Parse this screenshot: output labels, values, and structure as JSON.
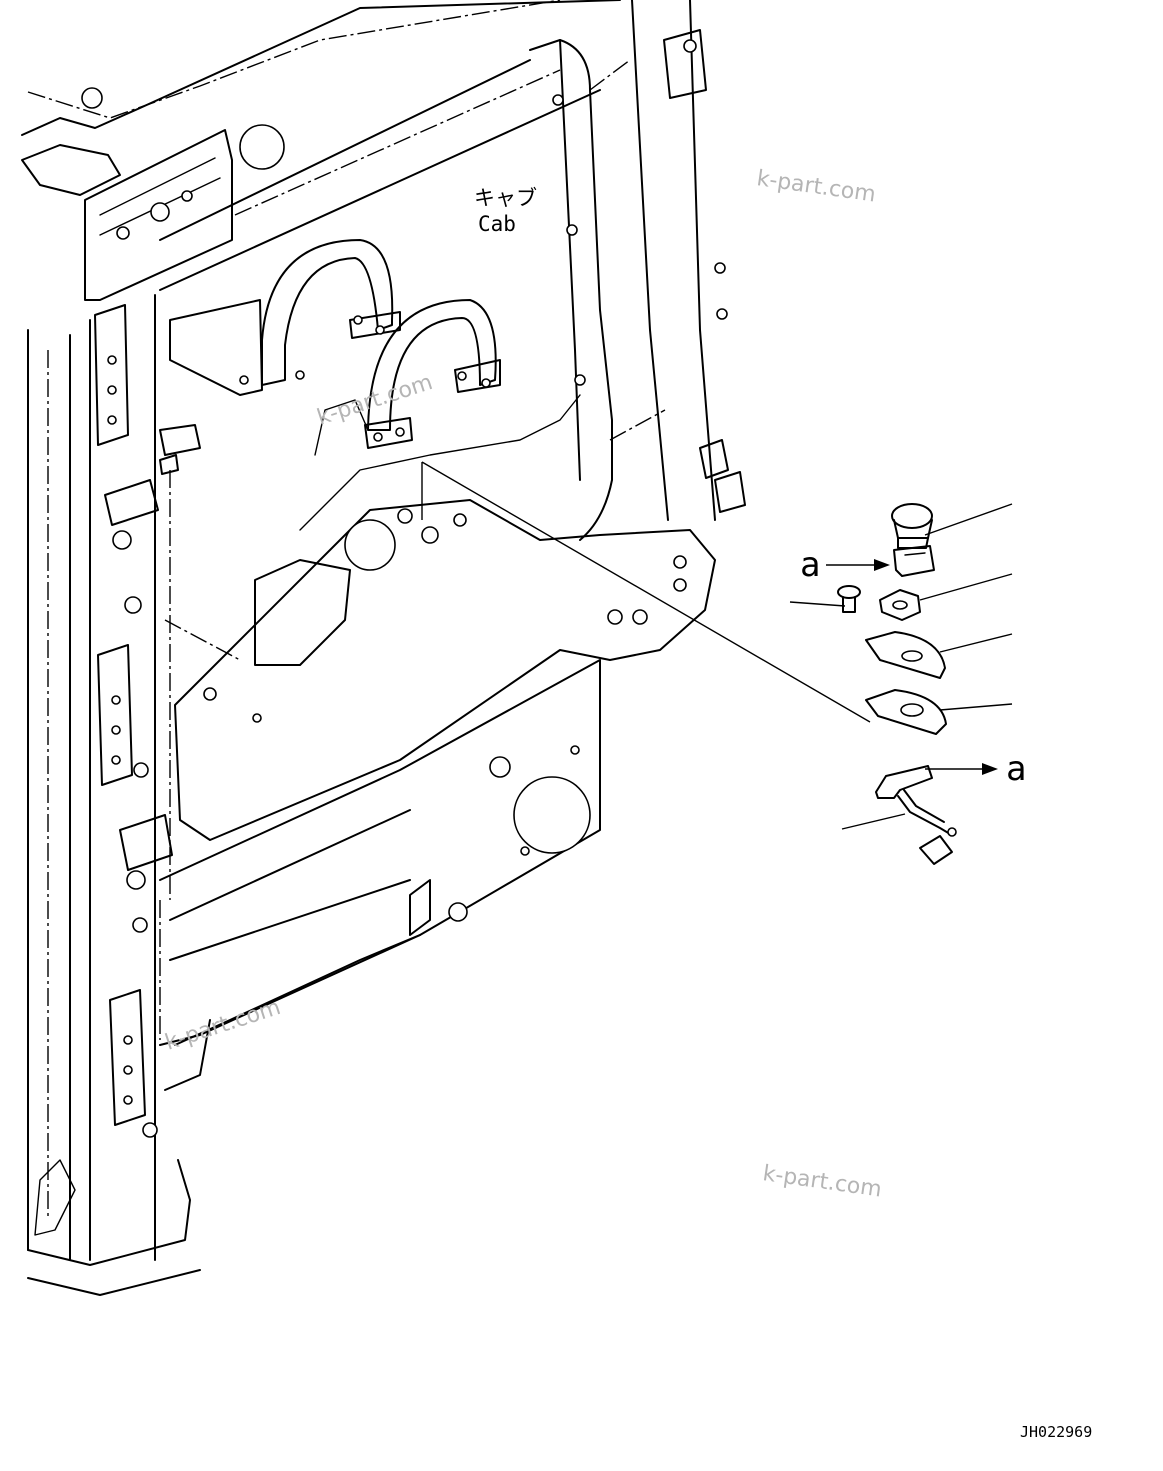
{
  "labels": {
    "cab_jp": "キャブ",
    "cab_en": "Cab",
    "ref_a_left": "a",
    "ref_a_right": "a",
    "drawing_number": "JH022969"
  },
  "watermarks": [
    "k-part.com",
    "k-part.com",
    "k-part.com",
    "k-part.com"
  ]
}
